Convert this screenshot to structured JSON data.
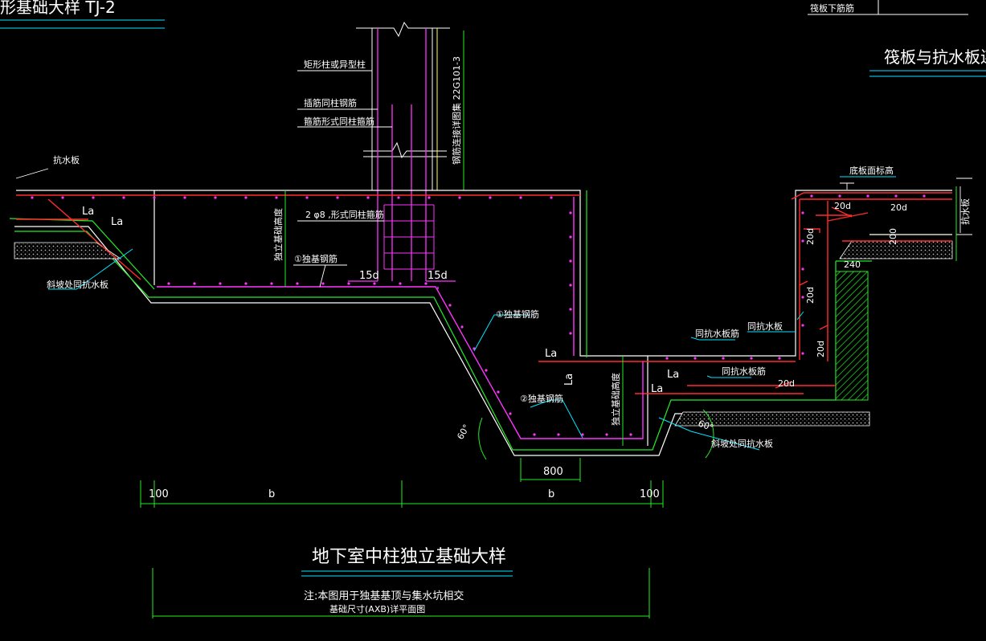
{
  "header": {
    "top_left_title": "形基础大样 TJ-2",
    "top_right_cell": "筏板下筋筋",
    "top_right_title": "筏板与抗水板连接"
  },
  "labels": {
    "column": "矩形柱或异型柱",
    "col_bars": "插筋同柱钢筋",
    "col_stirrups": "箍筋形式同柱箍筋",
    "anchor_note": "钢筋连接详图集 22G101-3",
    "waterproof_board": "抗水板",
    "stirrup_2": "2 φ8 ,形式同柱箍筋",
    "found_thickness_left": "独立基础高度",
    "bar1_left": "①独基钢筋",
    "bar1_right": "①独基钢筋",
    "bar2": "②独基钢筋",
    "found_thickness_right": "独立基础高度",
    "left_slope_note": "斜坡处同抗水板",
    "right_slope_note": "斜坡处同抗水板",
    "same_board_bars_1": "同抗水板筋",
    "same_board_bars_2": "同抗水板筋",
    "same_board": "同抗水板",
    "raft_top": "底板面标高",
    "right_board": "抗水板",
    "la_1": "La",
    "la_2": "La",
    "la_3": "La",
    "la_4": "La",
    "la_5": "La",
    "d15_left": "15d",
    "d15_right": "15d",
    "d20_1": "20d",
    "d20_2": "20d",
    "d20_3": "20d",
    "d20_4": "20d",
    "d20_5": "20d",
    "d20_6": "20d",
    "dim_200": "200",
    "dim_240": "240",
    "angle_60_left": "60°",
    "angle_60_right": "60°",
    "dim_800": "800",
    "dim_100_left": "100",
    "dim_b_left": "b",
    "dim_b_right": "b",
    "dim_100_right": "100"
  },
  "footer": {
    "title": "地下室中柱独立基础大样",
    "note": "注:本图用于独基基顶与集水坑相交",
    "subnote": "基础尺寸(AXB)详平面图"
  },
  "colors": {
    "background": "#000000",
    "text": "#ffffff",
    "concrete": "#ffffff",
    "rebar_red": "#ff2b2b",
    "rebar_magenta": "#ff33ff",
    "dimension_green": "#22ee22",
    "leader_cyan": "#00e5ff",
    "yellow": "#ffff55",
    "hatch": "#bbbbbb"
  }
}
